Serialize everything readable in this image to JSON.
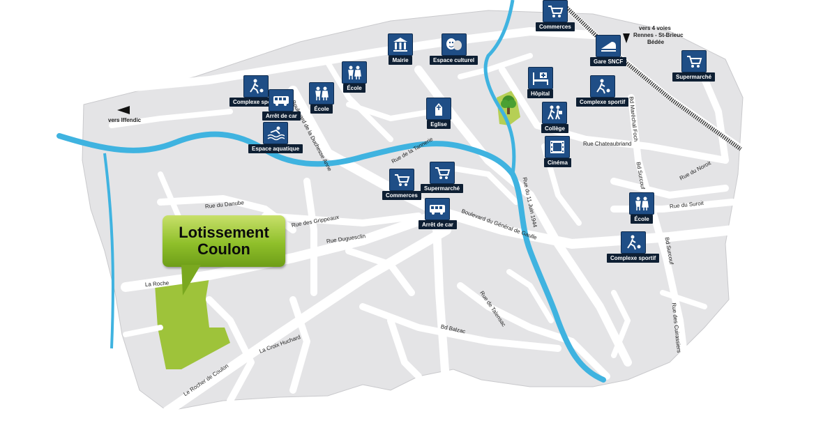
{
  "poi": {
    "commerces_top": "Commerces",
    "mairie": "Mairie",
    "espace_culturel": "Espace culturel",
    "gare": "Gare SNCF",
    "supermarche_east": "Supermarché",
    "complexe_west": "Complexe sportif",
    "arret_car_north": "Arrêt de car",
    "ecole_north": "École",
    "ecole_mid": "École",
    "espace_aquatique": "Espace aquatique",
    "eglise": "Eglise",
    "hopital": "Hôpital",
    "complexe_center": "Complexe sportif",
    "college": "Collège",
    "cinema": "Cinéma",
    "commerces_center": "Commerces",
    "supermarche_center": "Supermarché",
    "arret_car_center": "Arrêt de car",
    "ecole_east": "École",
    "complexe_east": "Complexe sportif"
  },
  "directions": {
    "iffendic": "vers Iffendic",
    "four_voies_1": "vers 4 voies",
    "four_voies_2": "Rennes - St-Brieuc",
    "four_voies_3": "Bédée"
  },
  "callout": {
    "line1": "Lotissement",
    "line2": "Coulon"
  },
  "streets": {
    "duchesse_anne": "Boulevard de la Duchesse Anne",
    "tannerie": "Rue de la Tannerie",
    "danube": "Rue du Danube",
    "grippeaux": "Rue des Grippeaux",
    "duguesclin": "Rue Duguesclin",
    "general_gaulle": "Boulevard du Général de Gaulle",
    "onze_juin": "Rue du 11 Juin 1944",
    "chateaubriand": "Rue Chateaubriand",
    "marechal_foch": "Bd Maréchal Foch",
    "surcouf_north": "Bd Surcouf",
    "surcouf_south": "Bd Surcouf",
    "noroit": "Rue du Noroit",
    "suroit": "Rue du Suroit",
    "la_roche": "La Roche",
    "talensac": "Rue de Talensac",
    "balzac": "Bd Balzac",
    "croix_huchard": "La Croix Huchard",
    "rocher_coulon": "Le Rocher de Coulon",
    "cuirassiers": "Rue des Cuirassiers"
  },
  "colors": {
    "land": "#e4e4e6",
    "road": "#ffffff",
    "river": "#3fb3e0",
    "lot": "#9ec33a",
    "icon": "#1f4e86",
    "label": "#0e1f33",
    "rail": "#3a3a3a"
  }
}
